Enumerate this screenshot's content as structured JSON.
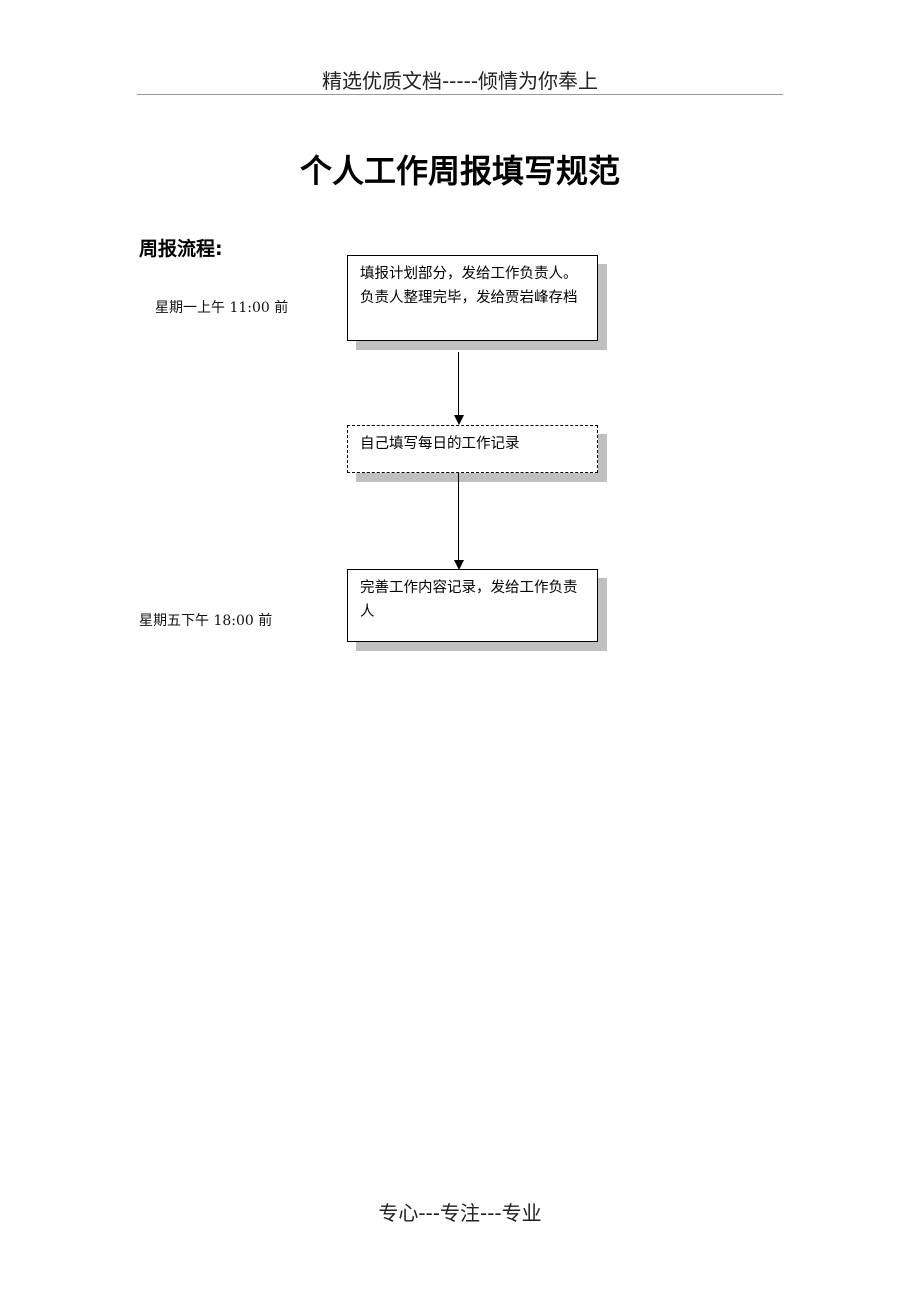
{
  "header": {
    "text": "精选优质文档-----倾情为你奉上"
  },
  "title": "个人工作周报填写规范",
  "section": {
    "label": "周报流程:"
  },
  "flow": {
    "time_labels": [
      "星期一上午 11:00 前",
      "星期五下午 18:00 前"
    ],
    "steps": [
      {
        "text": "填报计划部分，发给工作负责人。负责人整理完毕，发给贾岩峰存档",
        "border": "solid"
      },
      {
        "text": "自己填写每日的工作记录",
        "border": "dashed"
      },
      {
        "text": "完善工作内容记录，发给工作负责人",
        "border": "solid"
      }
    ]
  },
  "footer": {
    "text": "专心---专注---专业"
  },
  "colors": {
    "shadow": "#c0c0c0",
    "rule": "#9a9a9a"
  }
}
